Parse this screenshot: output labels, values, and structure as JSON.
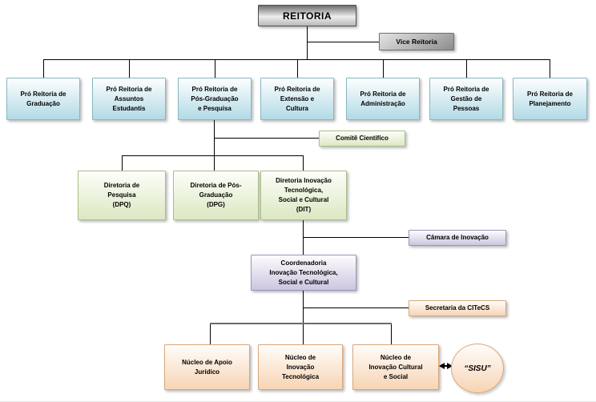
{
  "org_chart": {
    "root": {
      "label": "REITORIA"
    },
    "vice": {
      "label": "Vice Reitoria"
    },
    "pro_reitorias": [
      {
        "label": "Pró Reitoria de\nGraduação"
      },
      {
        "label": "Pró Reitoria de\nAssuntos\nEstudantis"
      },
      {
        "label": "Pró Reitoria de\nPós-Graduação\ne Pesquisa"
      },
      {
        "label": "Pró Reitoria de\nExtensão e\nCultura"
      },
      {
        "label": "Pró Reitoria de\nAdministração"
      },
      {
        "label": "Pró Reitoria de\nGestão de\nPessoas"
      },
      {
        "label": "Pró Reitoria de\nPlanejamento"
      }
    ],
    "comite": {
      "label": "Comitê Cientifico"
    },
    "diretorias": [
      {
        "label": "Diretoria de\nPesquisa\n(DPQ)"
      },
      {
        "label": "Diretoria de Pós-\nGraduação\n(DPG)"
      },
      {
        "label": "Diretoria Inovação\nTecnológica,\nSocial e Cultural\n(DIT)"
      }
    ],
    "camara": {
      "label": "Câmara de Inovação"
    },
    "coordenadoria": {
      "label": "Coordenadoria\nInovação Tecnológica,\nSocial e Cultural"
    },
    "secretaria": {
      "label": "Secretaria da CITeCS"
    },
    "nucleos": [
      {
        "label": "Núcleo de Apoio\nJurídico"
      },
      {
        "label": "Núcleo de\nInovação\nTecnológica"
      },
      {
        "label": "Núcleo de\nInovação Cultural\ne Social"
      }
    ],
    "sisu": {
      "label": "“SISU”"
    },
    "colors": {
      "gray-top": "#6f6f6f",
      "gray-mid": "#ededed",
      "gray-bottom": "#b9b9b9",
      "gray-border": "#4f4f4f",
      "vice-top": "#e4e4e4",
      "vice-bottom": "#8d8d8d",
      "vice-border": "#6f6f6f",
      "blue-top": "#fdfeff",
      "blue-bottom": "#b2dae5",
      "blue-border": "#8ab6c2",
      "green-top": "#fdfef9",
      "green-bottom": "#dbe8c2",
      "green-border": "#aabf88",
      "purple-top": "#fdfcfe",
      "purple-bottom": "#cdc5e0",
      "purple-border": "#9c94ba",
      "peach-top": "#fffdfa",
      "peach-bottom": "#f7d4b4",
      "peach-border": "#d9a77a"
    }
  }
}
